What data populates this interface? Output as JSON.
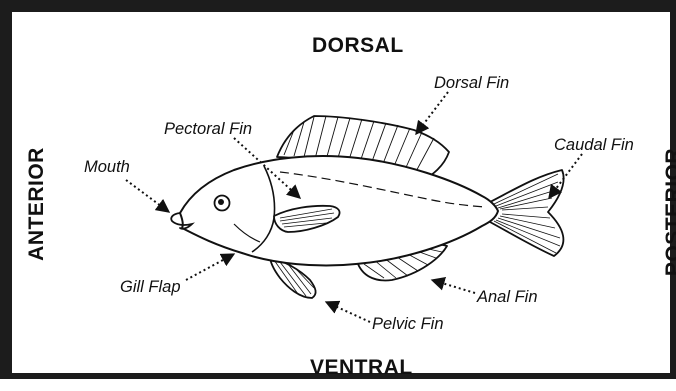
{
  "directions": {
    "dorsal": "DORSAL",
    "ventral": "VENTRAL",
    "anterior": "ANTERIOR",
    "posterior": "POSTERIOR"
  },
  "labels": {
    "dorsal_fin": "Dorsal Fin",
    "pectoral_fin": "Pectoral Fin",
    "caudal_fin": "Caudal Fin",
    "mouth": "Mouth",
    "gill_flap": "Gill Flap",
    "anal_fin": "Anal Fin",
    "pelvic_fin": "Pelvic Fin"
  },
  "colors": {
    "frame": "#1c1c1c",
    "ink": "#111111",
    "background": "#ffffff"
  }
}
